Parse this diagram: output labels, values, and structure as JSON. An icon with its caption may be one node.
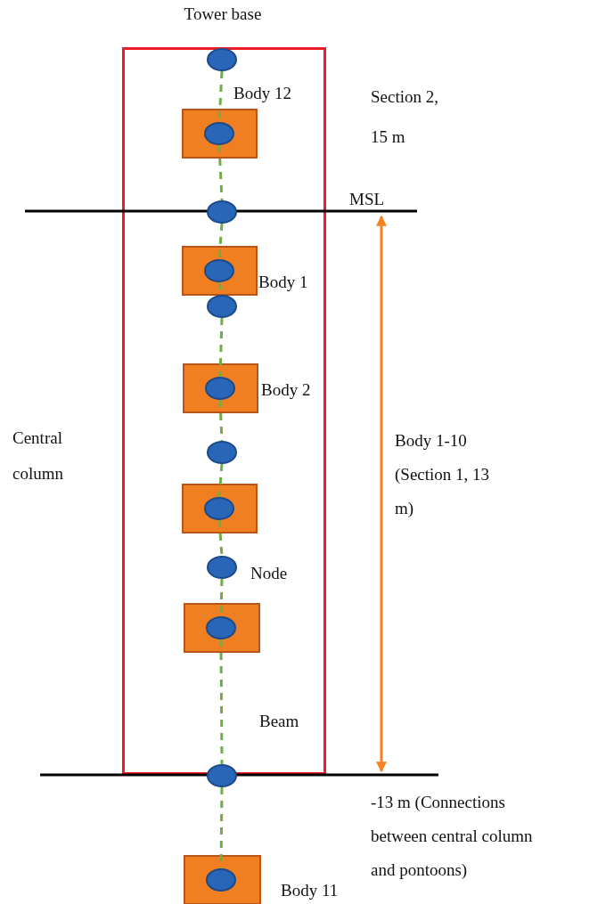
{
  "diagram": {
    "nodes": [
      {
        "text": [],
        "shape": "box",
        "beside": [
          "Central column"
        ]
      },
      {
        "text": [],
        "shape": "circle",
        "in": 0
      },
      {
        "text": [],
        "shape": "box",
        "in": 0,
        "beside": [
          "Body 12"
        ]
      },
      {
        "text": [],
        "shape": "circle",
        "in": 2
      },
      {
        "text": [],
        "shape": "circle",
        "in": 0
      },
      {
        "text": [],
        "shape": "box",
        "in": 0,
        "beside": [
          "Body 1"
        ]
      },
      {
        "text": [],
        "shape": "circle",
        "in": 5
      },
      {
        "text": [],
        "shape": "circle",
        "in": 0
      },
      {
        "text": [],
        "shape": "box",
        "in": 0,
        "beside": [
          "Body 2"
        ]
      },
      {
        "text": [],
        "shape": "circle",
        "in": 8
      },
      {
        "text": [],
        "shape": "circle",
        "in": 0
      },
      {
        "text": [],
        "shape": "box",
        "in": 0
      },
      {
        "text": [],
        "shape": "circle",
        "in": 11
      },
      {
        "text": [],
        "shape": "circle",
        "in": 0,
        "beside": [
          "Node"
        ]
      },
      {
        "text": [],
        "shape": "box",
        "in": 0
      },
      {
        "text": [],
        "shape": "circle",
        "in": 14
      },
      {
        "text": [],
        "shape": "circle"
      },
      {
        "text": [],
        "shape": "box",
        "beside": [
          "Body 11"
        ]
      },
      {
        "text": [],
        "shape": "circle",
        "in": 17
      }
    ],
    "edges": [
      {
        "from": 1,
        "to": 3,
        "arrow": "none",
        "style": "dashed"
      },
      {
        "from": 3,
        "to": 4,
        "arrow": "none",
        "style": "dashed"
      },
      {
        "from": 4,
        "to": 6,
        "arrow": "none",
        "style": "dashed"
      },
      {
        "from": 6,
        "to": 7,
        "arrow": "none",
        "style": "dashed"
      },
      {
        "from": 7,
        "to": 9,
        "arrow": "none",
        "style": "dashed"
      },
      {
        "from": 9,
        "to": 10,
        "arrow": "none",
        "style": "dashed"
      },
      {
        "from": 10,
        "to": 12,
        "arrow": "none",
        "style": "dashed"
      },
      {
        "from": 12,
        "to": 13,
        "arrow": "none",
        "style": "dashed"
      },
      {
        "from": 13,
        "to": 15,
        "arrow": "none",
        "style": "dashed"
      },
      {
        "from": 15,
        "to": 16,
        "arrow": "none",
        "style": "dashed"
      },
      {
        "from": 16,
        "to": 18,
        "arrow": "none",
        "style": "dashed"
      }
    ],
    "labels": [
      "Tower base",
      "Section 2, 15 m",
      "MSL",
      "Body 1-10 (Section 1, 13 m)",
      "Beam",
      "-13 m (Connections between central column and pontoons)"
    ]
  }
}
